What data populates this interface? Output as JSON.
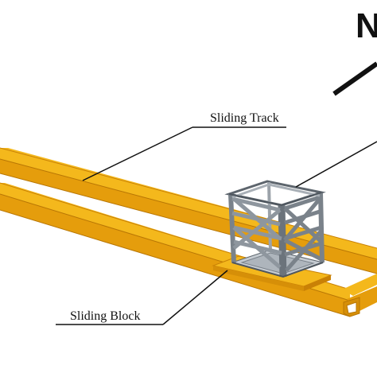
{
  "labels": {
    "sliding_track": "Sliding Track",
    "sliding_block": "Sliding Block",
    "corner_letter": "N"
  },
  "colors": {
    "rail_top": "#F4B81C",
    "rail_side": "#E59D0C",
    "rail_dark": "#C98106",
    "frame_light": "#AEB5BC",
    "frame_mid": "#8E969E",
    "frame_dark": "#5D656D",
    "plate": "#C6CCD2",
    "leader": "#111111"
  }
}
